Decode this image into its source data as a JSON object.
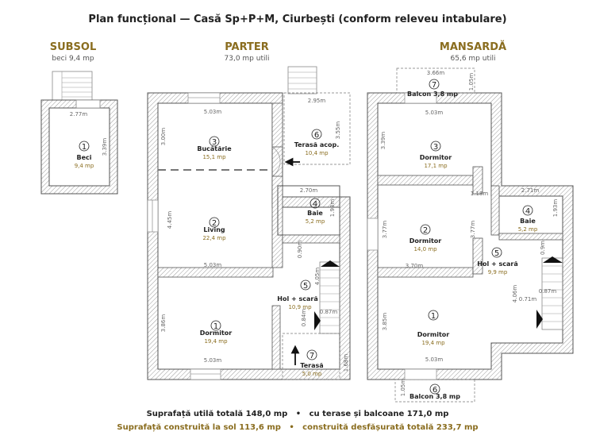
{
  "title": "Plan funcțional — Casă Sp+P+M, Ciurbești (conform releveu intabulare)",
  "floors": [
    {
      "name": "SUBSOL",
      "subtitle": "beci 9,4 mp"
    },
    {
      "name": "PARTER",
      "subtitle": "73,0 mp utili"
    },
    {
      "name": "MANSARDĂ",
      "subtitle": "65,6 mp utili"
    }
  ],
  "rooms": {
    "subsol": [
      {
        "num": "1",
        "name": "Beci",
        "area": "9,4 mp"
      }
    ],
    "parter": [
      {
        "num": "3",
        "name": "Bucătărie",
        "area": "15,1 mp"
      },
      {
        "num": "6",
        "name": "Terasă acop.",
        "area": "10,4 mp"
      },
      {
        "num": "2",
        "name": "Living",
        "area": "22,4 mp"
      },
      {
        "num": "4",
        "name": "Baie",
        "area": "5,2 mp"
      },
      {
        "num": "5",
        "name": "Hol + scară",
        "area": "10,9 mp"
      },
      {
        "num": "1",
        "name": "Dormitor",
        "area": "19,4 mp"
      },
      {
        "num": "7",
        "name": "Terasă",
        "area": "5,0 mp"
      }
    ],
    "mansarda": [
      {
        "num": "7",
        "name": "Balcon 3,8 mp",
        "area": ""
      },
      {
        "num": "3",
        "name": "Dormitor",
        "area": "17,1 mp"
      },
      {
        "num": "2",
        "name": "Dormitor",
        "area": "14,0 mp"
      },
      {
        "num": "4",
        "name": "Baie",
        "area": "5,2 mp"
      },
      {
        "num": "5",
        "name": "Hol + scară",
        "area": "9,9 mp"
      },
      {
        "num": "1",
        "name": "Dormitor",
        "area": "19,4 mp"
      },
      {
        "num": "6",
        "name": "Balcon 3,8 mp",
        "area": ""
      }
    ]
  },
  "dimensions": {
    "subsol": [
      "2.77m",
      "3.39m"
    ],
    "parter": [
      "5.03m",
      "3.00m",
      "2.95m",
      "3.55m",
      "2.70m",
      "1.93m",
      "4.45m",
      "5.03m",
      "0.90m",
      "4.05m",
      "0.87m",
      "0.84m",
      "3.86m",
      "5.03m",
      "1.68m"
    ],
    "mansarda": [
      "3.66m",
      "1.05m",
      "5.03m",
      "3.39m",
      "1.18m",
      "2.71m",
      "1.93m",
      "3.77m",
      "3.77m",
      "3.70m",
      "0.9m",
      "4.06m",
      "0.71m",
      "0.87m",
      "3.85m",
      "5.03m",
      "1.05m"
    ]
  },
  "summary": {
    "line1": "Suprafață utilă totală 148,0 mp   •   cu terase și balcoane 171,0 mp",
    "line2": "Suprafață construită la sol 113,6 mp   •   construită desfășurată totală 233,7 mp"
  },
  "colors": {
    "accent": "#8a6d1f",
    "wall": "#555555",
    "hatch": "#b5b5b5",
    "text": "#222222"
  }
}
